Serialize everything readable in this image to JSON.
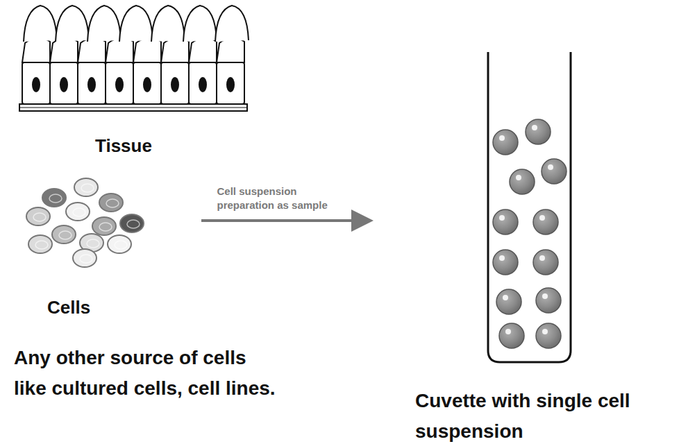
{
  "diagram": {
    "nodes": [
      {
        "text": [
          "Tissue"
        ]
      },
      {
        "text": [
          "Cells"
        ]
      },
      {
        "text": [
          "Cuvette with single cell suspension"
        ]
      }
    ],
    "edges": [
      {
        "from": 1,
        "to": 2,
        "arrow": "to",
        "label": "Cell suspension preparation as sample"
      }
    ],
    "labels": [
      "Any other source of cells like cultured cells, cell lines."
    ]
  }
}
